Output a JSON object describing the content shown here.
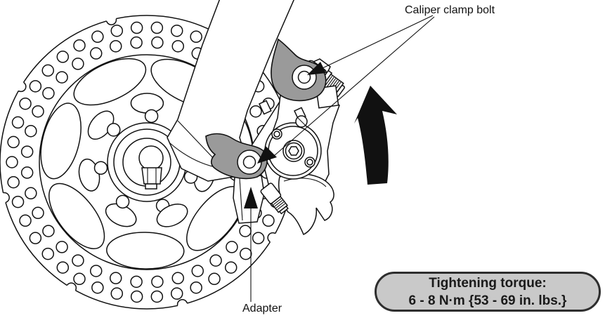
{
  "diagram": {
    "type": "technical-illustration",
    "subject": "disc-brake-caliper-mounting-on-fork-with-rotor",
    "labels": {
      "caliper_clamp_bolt": "Caliper clamp bolt",
      "adapter": "Adapter"
    },
    "torque_note": {
      "title": "Tightening torque:",
      "value": "6 - 8 N·m {53 - 69 in. lbs.}"
    },
    "icons": {
      "rotation_arrow": "thick-curved-up-arrow",
      "callout_pointer": "filled-triangle-arrowhead"
    },
    "colors": {
      "line": "#111111",
      "adapter_highlight": "#9a9a9a",
      "note_background": "#c9c9c9",
      "note_border": "#2e2e2e",
      "background": "#ffffff"
    }
  }
}
